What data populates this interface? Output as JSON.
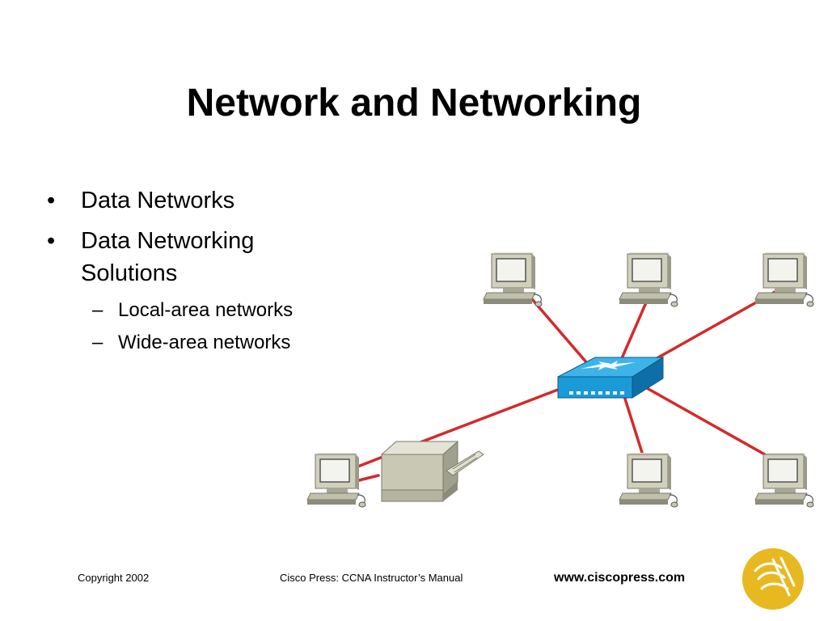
{
  "slide": {
    "title": "Network and Networking",
    "bullets": [
      {
        "marker": "•",
        "text": "Data Networks"
      },
      {
        "marker": "•",
        "text": "Data Networking Solutions",
        "sub": [
          {
            "marker": "–",
            "text": "Local-area networks"
          },
          {
            "marker": "–",
            "text": "Wide-area networks"
          }
        ]
      }
    ]
  },
  "diagram": {
    "link_color": "#d42a2a",
    "switch_color": "#1a9bd7",
    "device_color": "#c8c8b4",
    "icons": [
      "switch-icon",
      "computer-icon",
      "printer-icon"
    ]
  },
  "footer": {
    "copyright": "Copyright 2002",
    "publisher": "Cisco Press: CCNA Instructor’s Manual",
    "website": "www.ciscopress.com"
  },
  "logo": {
    "color": "#e8b820",
    "icon": "ciscopress-logo-icon"
  }
}
